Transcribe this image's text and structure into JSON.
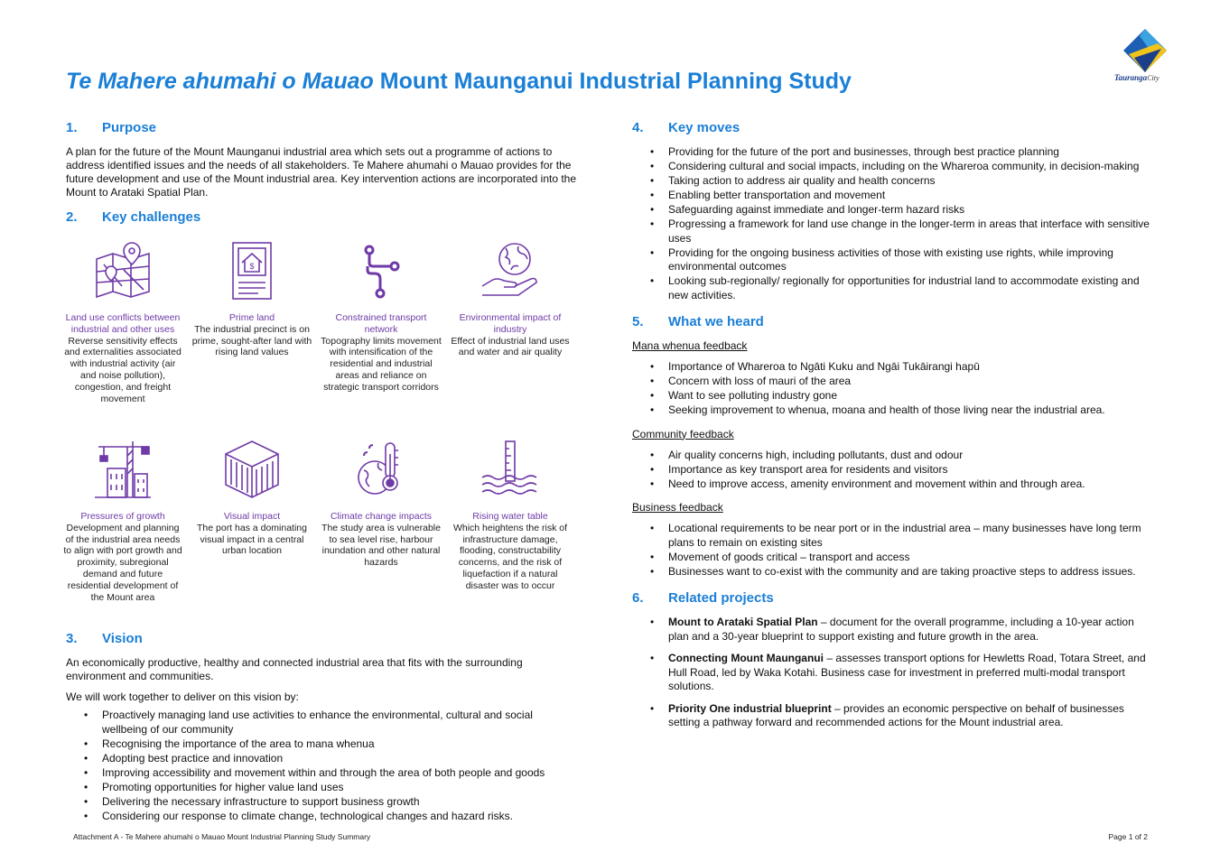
{
  "header": {
    "title_italic": "Te Mahere ahumahi o Mauao",
    "title_rest": " Mount Maunganui Industrial Planning Study",
    "logo_word": "Tauranga",
    "logo_city": "City"
  },
  "purpose": {
    "num": "1.",
    "heading": "Purpose",
    "text": "A plan for the future of the Mount Maunganui industrial area which sets out a programme of actions to address identified issues and the needs of all stakeholders. Te Mahere ahumahi o Mauao provides for the future development and use of the Mount industrial area. Key intervention actions are incorporated into the Mount to Arataki Spatial Plan."
  },
  "challenges": {
    "num": "2.",
    "heading": "Key challenges",
    "items": [
      {
        "icon": "map-pin-icon",
        "title": "Land use conflicts between industrial and other uses",
        "desc": "Reverse sensitivity effects and externalities associated with industrial activity (air and noise pollution), congestion, and freight movement"
      },
      {
        "icon": "property-document-icon",
        "title": "Prime land",
        "desc": "The industrial precinct is on prime, sought-after land with rising land values"
      },
      {
        "icon": "route-icon",
        "title": "Constrained transport network",
        "desc": "Topography limits movement with intensification of the residential and industrial areas and reliance on strategic transport corridors"
      },
      {
        "icon": "globe-hand-icon",
        "title": "Environmental impact of industry",
        "desc": "Effect of industrial land uses and water and air quality"
      },
      {
        "icon": "crane-building-icon",
        "title": "Pressures of growth",
        "desc": "Development and planning of the industrial area needs to align with port growth and proximity, subregional demand and future residential development of the Mount area"
      },
      {
        "icon": "shipping-container-icon",
        "title": "Visual impact",
        "desc": "The port has a dominating visual impact in a central urban location"
      },
      {
        "icon": "climate-thermometer-icon",
        "title": "Climate change impacts",
        "desc": "The study area is vulnerable to sea level rise, harbour inundation and other natural hazards"
      },
      {
        "icon": "water-level-icon",
        "title": "Rising water table",
        "desc": "Which heightens the risk of infrastructure damage, flooding, constructability concerns, and the risk of liquefaction if a natural disaster was to occur"
      }
    ]
  },
  "vision": {
    "num": "3.",
    "heading": "Vision",
    "text1": "An economically productive, healthy and connected industrial area that fits with the surrounding environment and communities.",
    "text2": "We will work together to deliver on this vision by:",
    "items": [
      "Proactively managing land use activities to enhance the environmental, cultural and social wellbeing of our community",
      "Recognising the importance of the area to mana whenua",
      "Adopting best practice and innovation",
      "Improving accessibility and movement within and through the area of both people and goods",
      "Promoting opportunities for higher value land uses",
      "Delivering the necessary infrastructure to support business growth",
      "Considering our response to climate change, technological changes and hazard risks."
    ]
  },
  "moves": {
    "num": "4.",
    "heading": "Key moves",
    "items": [
      "Providing for the future of the port and businesses, through best practice planning",
      "Considering cultural and social impacts, including on the Whareroa community, in decision-making",
      "Taking action to address air quality and health concerns",
      "Enabling better transportation and movement",
      "Safeguarding against immediate and longer-term hazard risks",
      "Progressing a framework for land use change in the longer-term in areas that interface with sensitive uses",
      "Providing for the ongoing business activities of those with existing use rights, while improving environmental outcomes",
      "Looking sub-regionally/ regionally for opportunities for industrial land to accommodate existing and new activities."
    ]
  },
  "heard": {
    "num": "5.",
    "heading": "What we heard",
    "groups": [
      {
        "label": "Mana whenua feedback",
        "items": [
          "Importance of Whareroa to Ngāti Kuku and Ngāi Tukāirangi hapū",
          "Concern with loss of mauri of the area",
          "Want to see polluting industry gone",
          "Seeking improvement to whenua, moana and health of those living near the industrial area."
        ]
      },
      {
        "label": "Community feedback",
        "items": [
          "Air quality concerns high, including pollutants, dust and odour",
          "Importance as key transport area for residents and visitors",
          "Need to improve access, amenity environment and movement within and through area."
        ]
      },
      {
        "label": "Business feedback",
        "items": [
          "Locational requirements to be near port or in the industrial area – many businesses have long term plans to remain on existing sites",
          "Movement of goods critical – transport and access",
          "Businesses want to co-exist with the community and are taking proactive steps to address issues."
        ]
      }
    ]
  },
  "related": {
    "num": "6.",
    "heading": "Related projects",
    "items": [
      {
        "name": "Mount to Arataki Spatial Plan",
        "desc": " – document for the overall programme, including a 10-year action plan and a 30-year blueprint to support existing and future growth in the area."
      },
      {
        "name": "Connecting Mount Maunganui",
        "desc": " – assesses transport options for Hewletts Road, Totara Street, and Hull Road, led by Waka Kotahi. Business case for investment in preferred multi-modal transport solutions."
      },
      {
        "name": "Priority One industrial blueprint",
        "desc": " – provides an economic perspective on behalf of businesses setting a pathway forward and recommended actions for the Mount industrial area."
      }
    ]
  },
  "footer": {
    "left": "Attachment A - Te Mahere ahumahi o Mauao Mount Industrial Planning Study Summary",
    "right": "Page 1 of 2"
  },
  "colors": {
    "heading": "#1a7fd6",
    "icon_purple": "#6f3aa7"
  }
}
